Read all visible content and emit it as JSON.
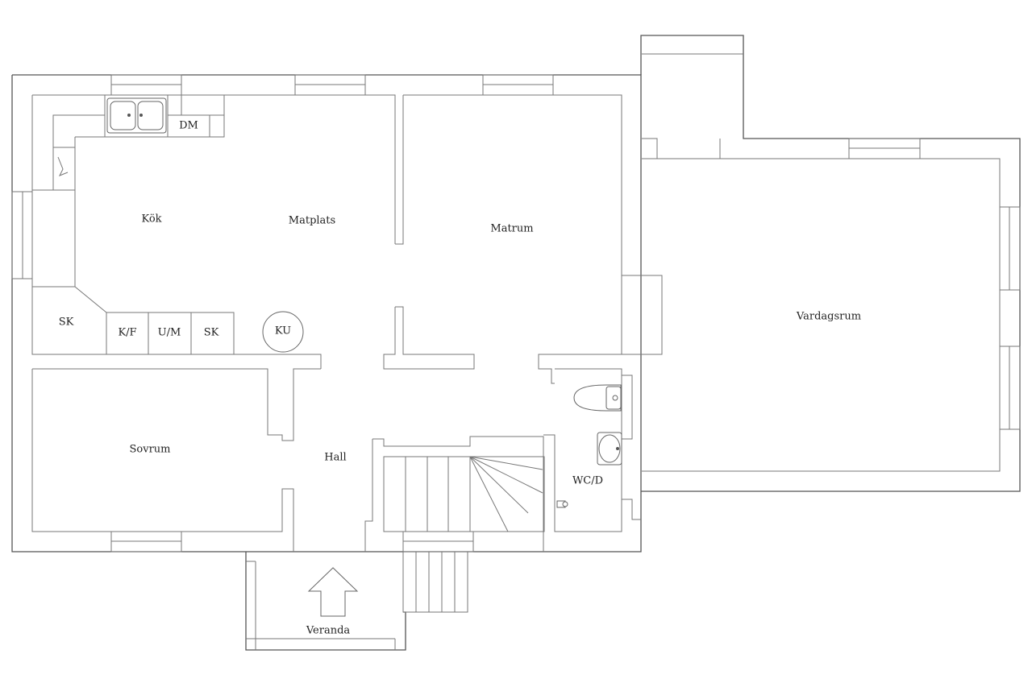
{
  "labels": {
    "kok": "Kök",
    "matplats": "Matplats",
    "matrum": "Matrum",
    "vardagsrum": "Vardagsrum",
    "sovrum": "Sovrum",
    "hall": "Hall",
    "wcd": "WC/D",
    "veranda": "Veranda",
    "dm": "DM",
    "sk_left": "SK",
    "kf": "K/F",
    "um": "U/M",
    "sk_right": "SK",
    "ku": "KU"
  }
}
